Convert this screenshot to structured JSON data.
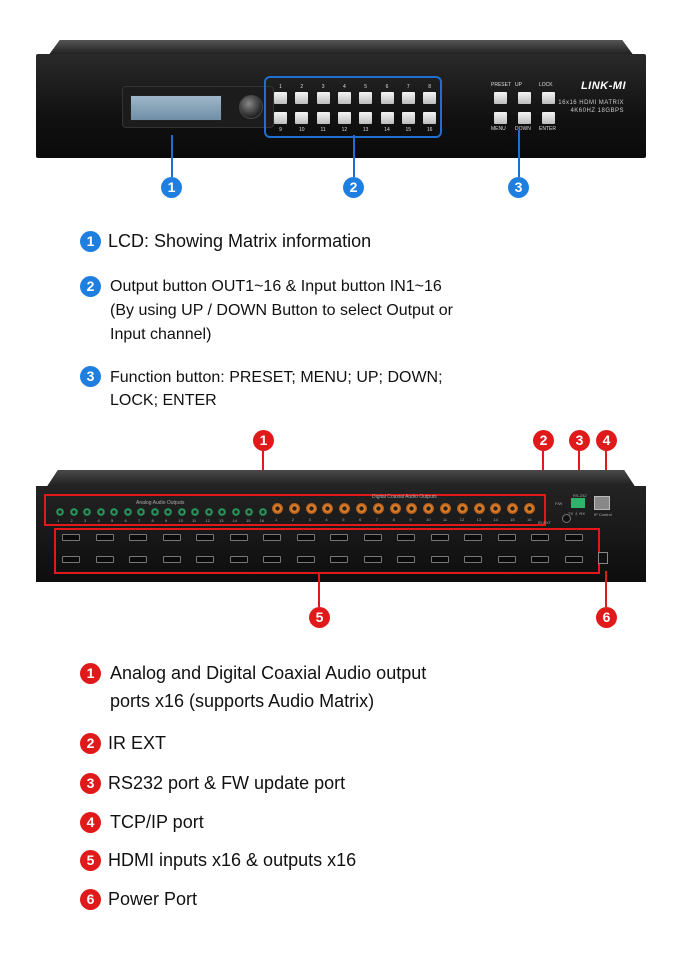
{
  "front_panel": {
    "brand": "LINK-MI",
    "model_line1": "16x16 HDMI MATRIX",
    "model_line2": "4K60HZ 18GBPS",
    "top_numbers": [
      "1",
      "2",
      "3",
      "4",
      "5",
      "6",
      "7",
      "8"
    ],
    "bottom_numbers": [
      "9",
      "10",
      "11",
      "12",
      "13",
      "14",
      "15",
      "16"
    ],
    "func_top": [
      "PRESET",
      "UP",
      "LOCK"
    ],
    "func_bottom": [
      "MENU",
      "DOWN",
      "ENTER"
    ]
  },
  "front_callouts": [
    "1",
    "2",
    "3"
  ],
  "front_descriptions": [
    {
      "num": "1",
      "lines": [
        "LCD: Showing Matrix information"
      ]
    },
    {
      "num": "2",
      "lines": [
        "Output button OUT1~16 & Input button IN1~16",
        "(By using UP / DOWN Button to select Output or",
        "Input channel)"
      ]
    },
    {
      "num": "3",
      "lines": [
        "Function button: PRESET; MENU; UP; DOWN;",
        "LOCK; ENTER"
      ]
    }
  ],
  "rear_panel": {
    "analog_label": "Analog Audio Outputs",
    "coax_label": "Digital Coaxial Audio Outputs",
    "ir_label": "IR-EXT",
    "fw_label": "F/W",
    "rs232_label": "RS-232",
    "txrx_label": "TX ⏚ RX",
    "ip_label": "IP Control",
    "port_numbers": [
      "1",
      "2",
      "3",
      "4",
      "5",
      "6",
      "7",
      "8",
      "9",
      "10",
      "11",
      "12",
      "13",
      "14",
      "15",
      "16"
    ]
  },
  "rear_callouts": [
    "1",
    "2",
    "3",
    "4",
    "5",
    "6"
  ],
  "rear_descriptions": [
    {
      "num": "1",
      "lines": [
        "Analog and Digital Coaxial Audio output",
        "ports x16 (supports Audio Matrix)"
      ]
    },
    {
      "num": "2",
      "lines": [
        "IR EXT"
      ]
    },
    {
      "num": "3",
      "lines": [
        "RS232 port & FW update port"
      ]
    },
    {
      "num": "4",
      "lines": [
        "TCP/IP port"
      ]
    },
    {
      "num": "5",
      "lines": [
        "HDMI inputs x16 & outputs x16"
      ]
    },
    {
      "num": "6",
      "lines": [
        "Power Port"
      ]
    }
  ],
  "colors": {
    "blue": "#1e7fe0",
    "red": "#e01a1a"
  }
}
